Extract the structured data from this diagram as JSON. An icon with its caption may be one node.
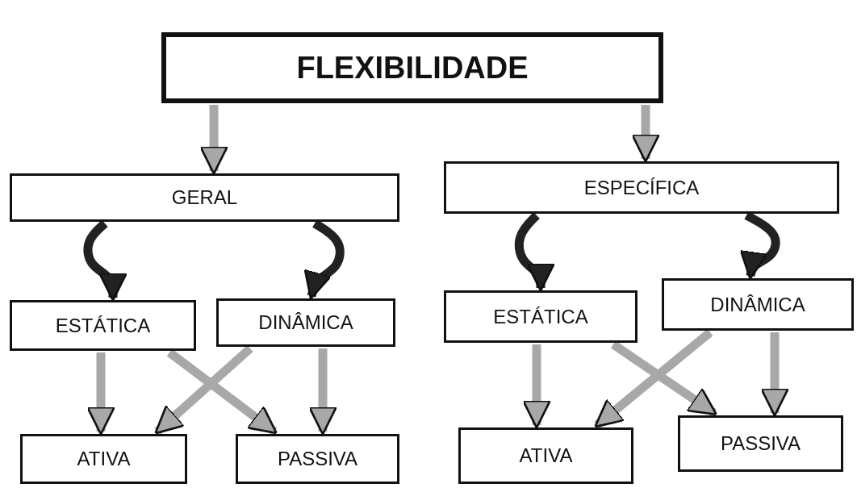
{
  "diagram": {
    "nodes": [
      {
        "text": [
          "FLEXIBILIDADE"
        ]
      },
      {
        "text": [
          "GERAL"
        ]
      },
      {
        "text": [
          "ESPECÍFICA"
        ]
      },
      {
        "text": [
          "ESTÁTICA"
        ]
      },
      {
        "text": [
          "DINÂMICA"
        ]
      },
      {
        "text": [
          "ESTÁTICA"
        ]
      },
      {
        "text": [
          "DINÂMICA"
        ]
      },
      {
        "text": [
          "ATIVA"
        ]
      },
      {
        "text": [
          "PASSIVA"
        ]
      },
      {
        "text": [
          "ATIVA"
        ]
      },
      {
        "text": [
          "PASSIVA"
        ]
      }
    ],
    "edges": [
      {
        "from": 0,
        "to": 1,
        "arrow": "to"
      },
      {
        "from": 0,
        "to": 2,
        "arrow": "to"
      },
      {
        "from": 1,
        "to": 3,
        "arrow": "to",
        "color": "#222222"
      },
      {
        "from": 1,
        "to": 4,
        "arrow": "to",
        "color": "#222222"
      },
      {
        "from": 2,
        "to": 5,
        "arrow": "to",
        "color": "#222222"
      },
      {
        "from": 2,
        "to": 6,
        "arrow": "to",
        "color": "#222222"
      },
      {
        "from": 3,
        "to": 7,
        "arrow": "to"
      },
      {
        "from": 3,
        "to": 8,
        "arrow": "to"
      },
      {
        "from": 4,
        "to": 7,
        "arrow": "to"
      },
      {
        "from": 4,
        "to": 8,
        "arrow": "to"
      },
      {
        "from": 5,
        "to": 9,
        "arrow": "to"
      },
      {
        "from": 5,
        "to": 10,
        "arrow": "to"
      },
      {
        "from": 6,
        "to": 9,
        "arrow": "to"
      },
      {
        "from": 6,
        "to": 10,
        "arrow": "to"
      }
    ]
  }
}
